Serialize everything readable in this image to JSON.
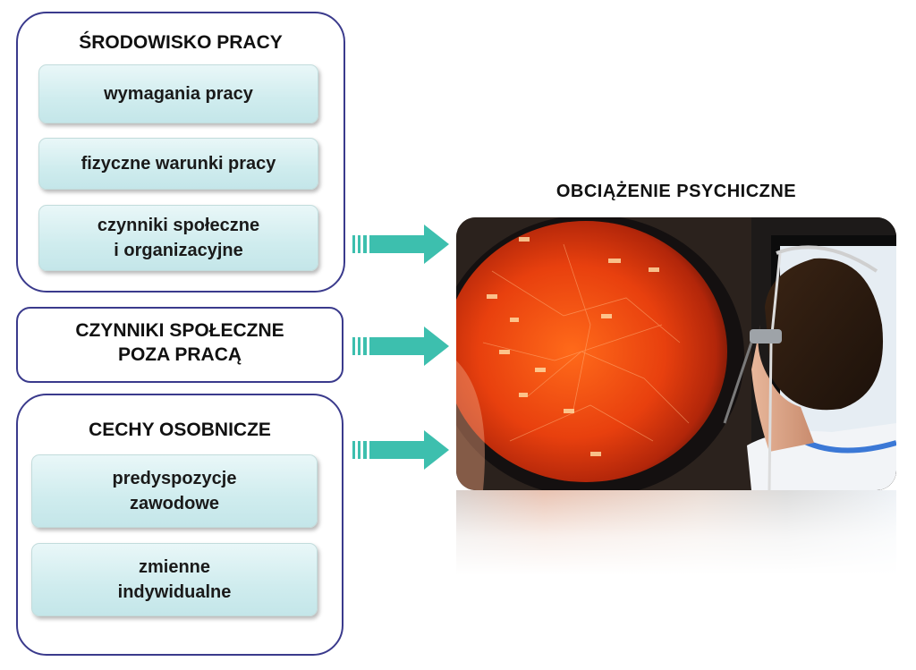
{
  "groups": {
    "work_environment": {
      "title": "ŚRODOWISKO PRACY",
      "items": [
        {
          "lines": [
            "wymagania pracy"
          ]
        },
        {
          "lines": [
            "fizyczne warunki pracy"
          ]
        },
        {
          "lines": [
            "czynniki społeczne",
            "i organizacyjne"
          ]
        }
      ]
    },
    "social_factors": {
      "title_lines": [
        "CZYNNIKI SPOŁECZNE",
        "POZA PRACĄ"
      ]
    },
    "personal_traits": {
      "title": "CECHY OSOBNICZE",
      "items": [
        {
          "lines": [
            "predyspozycje",
            "zawodowe"
          ]
        },
        {
          "lines": [
            "zmienne",
            "indywidualne"
          ]
        }
      ]
    }
  },
  "target": {
    "title": "OBCIĄŻENIE  PSYCHICZNE",
    "image_description": "air traffic controller wearing a headset viewing a red radar screen"
  },
  "colors": {
    "group_border": "#3a3a8c",
    "chip_fill": "#d3eef0",
    "arrow": "#3dbfae"
  }
}
